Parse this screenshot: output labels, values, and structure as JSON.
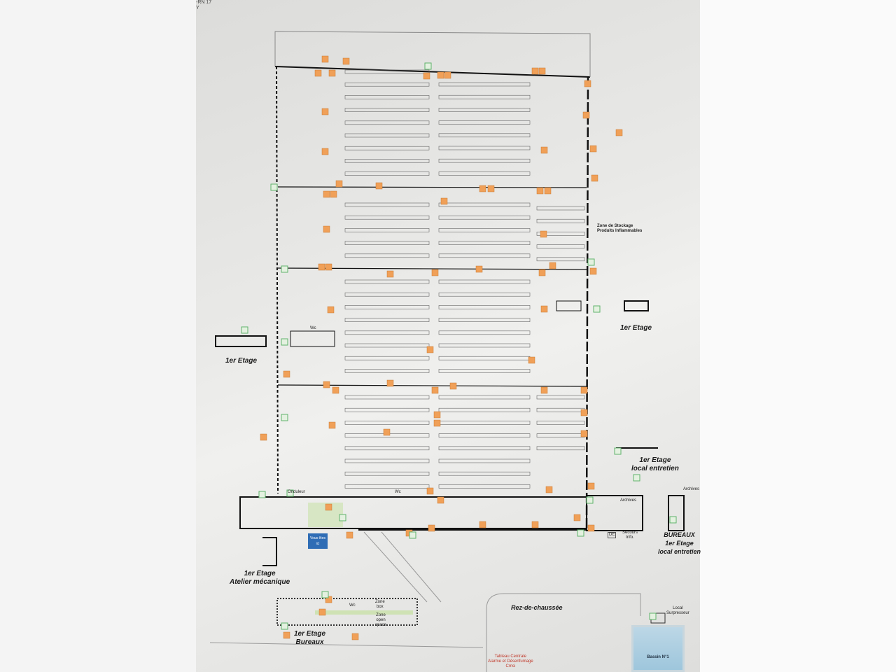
{
  "header": {
    "road": "-RN 17",
    "fragment": "Y"
  },
  "labels": {
    "storage_zone": "Zone de Stockage\nProduits Inflammables",
    "floor1_right": "1er Etage",
    "floor1_left": "1er Etage",
    "wc_top": "Wc",
    "floor1_maintenance": "1er Etage\nlocal entretien",
    "archives_right": "Archives",
    "archives": "Archives",
    "secours": "Secours\nInfo.",
    "de": "DE",
    "bureaux_right": "BUREAUX\n1er Etage\nlocal entretien",
    "onduleur": "Onduleur",
    "wc_bottom": "Wc",
    "you_are_here": "Vous êtes ici",
    "floor1_workshop": "1er Etage\nAtelier mécanique",
    "floor1_offices": "1er Etage\nBureaux",
    "zone_box": "Zone\nbox",
    "zone_open": "Zone\nopen\nspace",
    "wc_offices": "Wc",
    "ground_floor": "Rez-de-chaussée",
    "local_surpresseur": "Local\nSurpresseur",
    "central_panel": "Tableau Centrale\nAlarme et Désenfumage\nCmsi",
    "basin": "Bassin N°1"
  },
  "colors": {
    "extinguisher": "#f0a058",
    "exit": "#5fb36b",
    "wall": "#111111",
    "you_are_here": "#2f6db5"
  }
}
